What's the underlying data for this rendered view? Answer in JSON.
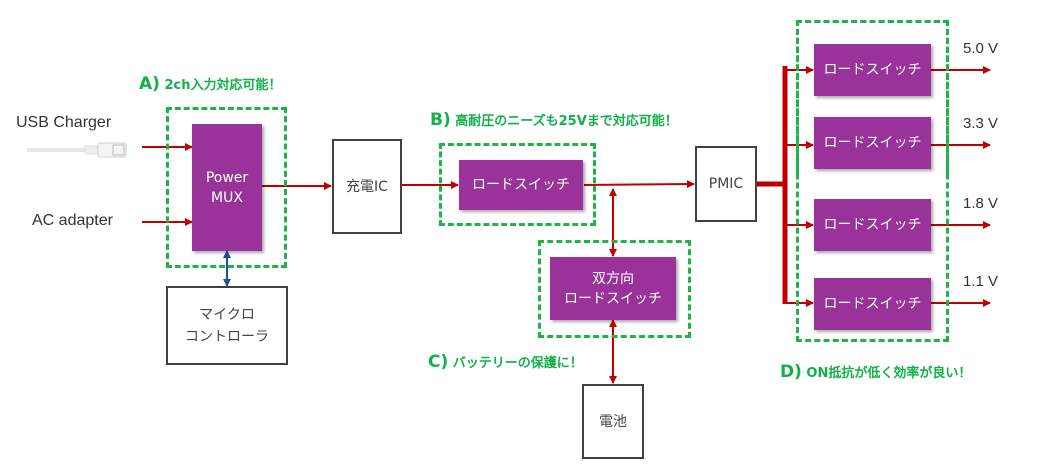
{
  "colors": {
    "block_fill": "#993399",
    "power_line": "#c00000",
    "control_line": "#1f4e99",
    "callout_green": "#12b04a",
    "group_dash": "#22b24c"
  },
  "inputs": {
    "usb": "USB Charger",
    "ac": "AC adapter"
  },
  "blocks": {
    "power_mux_line1": "Power",
    "power_mux_line2": "MUX",
    "microcontroller_line1": "マイクロ",
    "microcontroller_line2": "コントローラ",
    "charger_ic": "充電IC",
    "load_switch_b": "ロードスイッチ",
    "bidir_line1": "双方向",
    "bidir_line2": "ロードスイッチ",
    "battery": "電池",
    "pmic": "PMIC",
    "out_switches": [
      "ロードスイッチ",
      "ロードスイッチ",
      "ロードスイッチ",
      "ロードスイッチ"
    ]
  },
  "outputs": [
    "5.0 V",
    "3.3 V",
    "1.8 V",
    "1.1 V"
  ],
  "callouts": {
    "a_prefix": "A)",
    "a_text": "2ch入力対応可能！",
    "b_prefix": "B)",
    "b_text": "高耐圧のニーズも25Vまで対応可能！",
    "c_prefix": "C)",
    "c_text": "バッテリーの保護に！",
    "d_prefix": "D)",
    "d_text": "ON抵抗が低く効率が良い！"
  }
}
